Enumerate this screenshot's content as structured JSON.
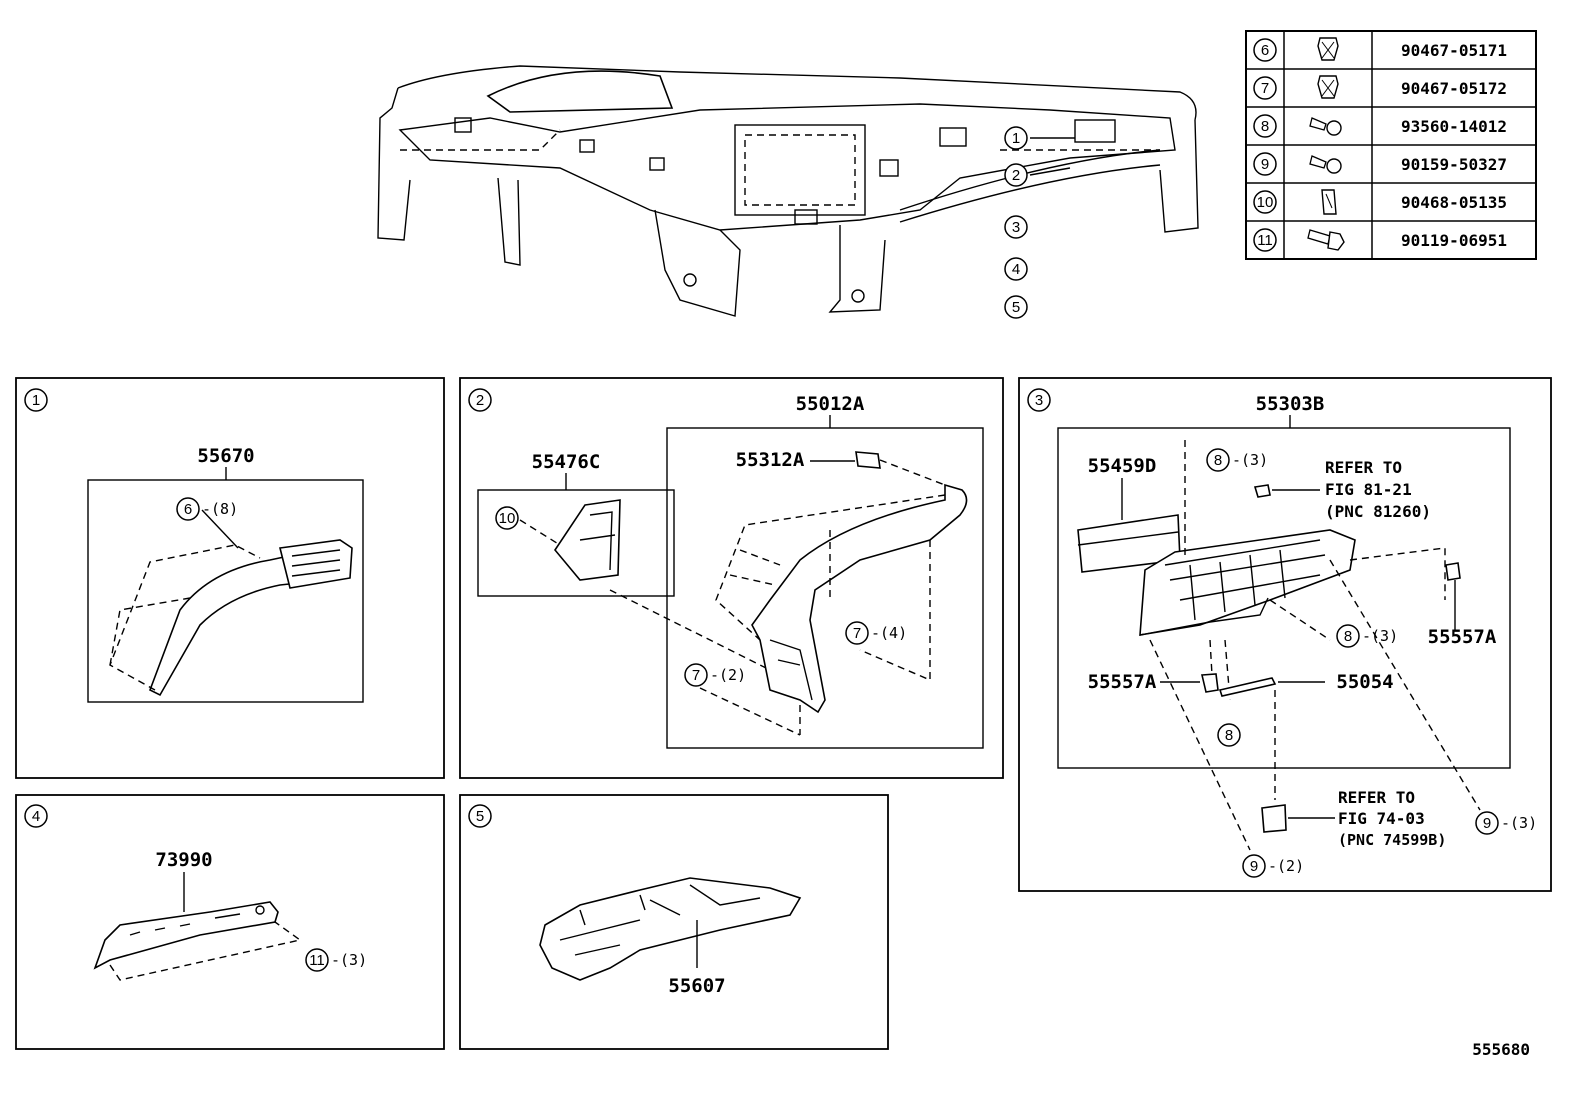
{
  "fastener_table": [
    {
      "callout": "6",
      "icon": "clip-icon",
      "part_no": "90467-05171"
    },
    {
      "callout": "7",
      "icon": "clip-icon",
      "part_no": "90467-05172"
    },
    {
      "callout": "8",
      "icon": "screw-icon",
      "part_no": "93560-14012"
    },
    {
      "callout": "9",
      "icon": "screw-icon",
      "part_no": "90159-50327"
    },
    {
      "callout": "10",
      "icon": "clip-icon",
      "part_no": "90468-05135"
    },
    {
      "callout": "11",
      "icon": "bolt-icon",
      "part_no": "90119-06951"
    }
  ],
  "overview": {
    "callouts": [
      "1",
      "2",
      "3",
      "4",
      "5"
    ]
  },
  "panel1": {
    "callout": "1",
    "part": "55670",
    "clip_callout": "6",
    "clip_qty": "-(8)"
  },
  "panel2": {
    "callout": "2",
    "assembly": "55012A",
    "sub_part": "55476C",
    "cap_part": "55312A",
    "c10": "10",
    "c7a": "7",
    "c7a_qty": "-(4)",
    "c7b": "7",
    "c7b_qty": "-(2)"
  },
  "panel3": {
    "callout": "3",
    "assembly": "55303B",
    "p1": "55459D",
    "p2": "55557A",
    "p3": "55557A",
    "p4": "55054",
    "c8a": "8",
    "c8a_qty": "-(3)",
    "c8b": "8",
    "c8b_qty": "-(3)",
    "c8c": "8",
    "c9a": "9",
    "c9a_qty": "-(3)",
    "c9b": "9",
    "c9b_qty": "-(2)",
    "ref1": [
      "REFER TO",
      "FIG 81-21",
      "(PNC 81260)"
    ],
    "ref2": [
      "REFER TO",
      "FIG 74-03",
      "(PNC 74599B)"
    ]
  },
  "panel4": {
    "callout": "4",
    "part": "73990",
    "c11": "11",
    "c11_qty": "-(3)"
  },
  "panel5": {
    "callout": "5",
    "part": "55607"
  },
  "figure_id": "555680"
}
